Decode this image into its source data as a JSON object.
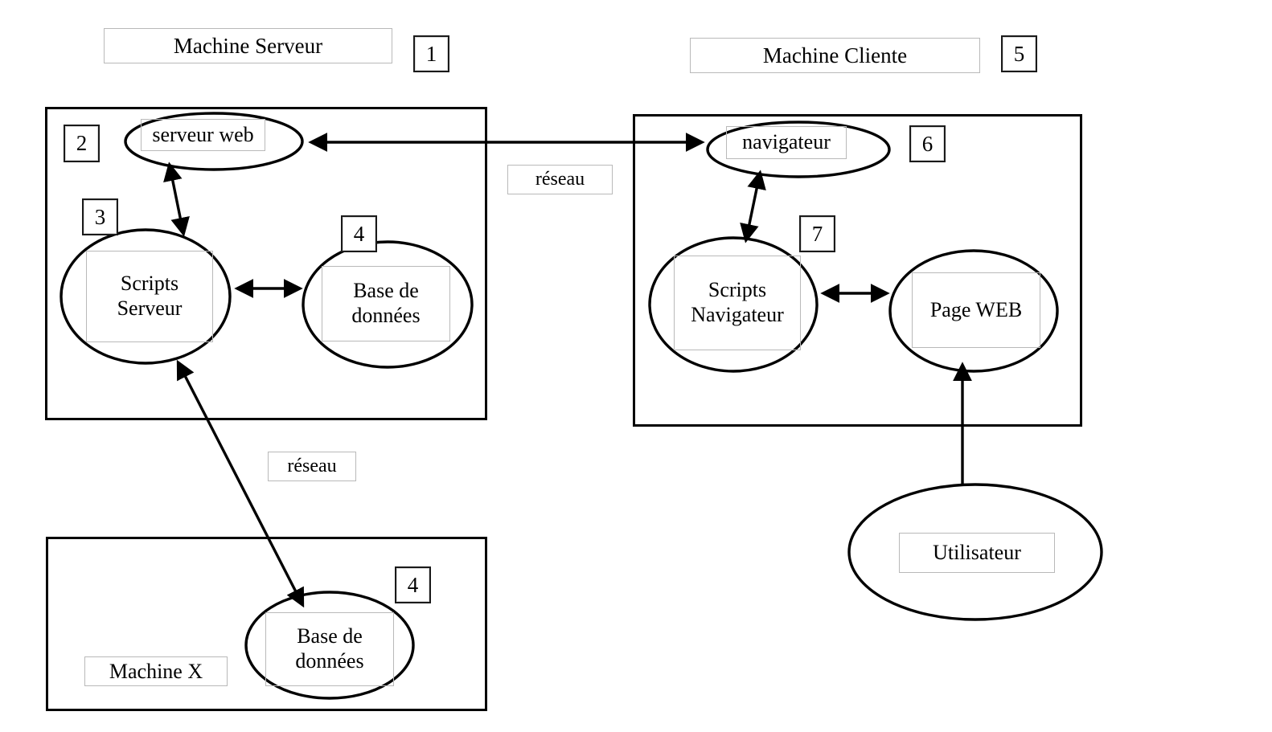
{
  "diagram": {
    "title_server": "Machine Serveur",
    "title_client": "Machine Cliente",
    "markers": {
      "m1": "1",
      "m2": "2",
      "m3": "3",
      "m4_server": "4",
      "m5": "5",
      "m6": "6",
      "m7": "7",
      "m4_machinex": "4"
    },
    "server_machine": {
      "nodes": {
        "web_server": "serveur web",
        "server_scripts": "Scripts\nServeur",
        "database": "Base de\ndonnées"
      }
    },
    "client_machine": {
      "nodes": {
        "browser": "navigateur",
        "browser_scripts": "Scripts\nNavigateur",
        "web_page": "Page WEB"
      }
    },
    "machine_x": {
      "label": "Machine X",
      "nodes": {
        "database": "Base de\ndonnées"
      }
    },
    "actor": {
      "user": "Utilisateur"
    },
    "network_labels": {
      "top": "réseau",
      "bottom": "réseau"
    },
    "colors": {
      "stroke": "#000000",
      "caption_border": "#b9b9b9",
      "marker_border": "#1a1a1a",
      "background": "#ffffff"
    }
  }
}
